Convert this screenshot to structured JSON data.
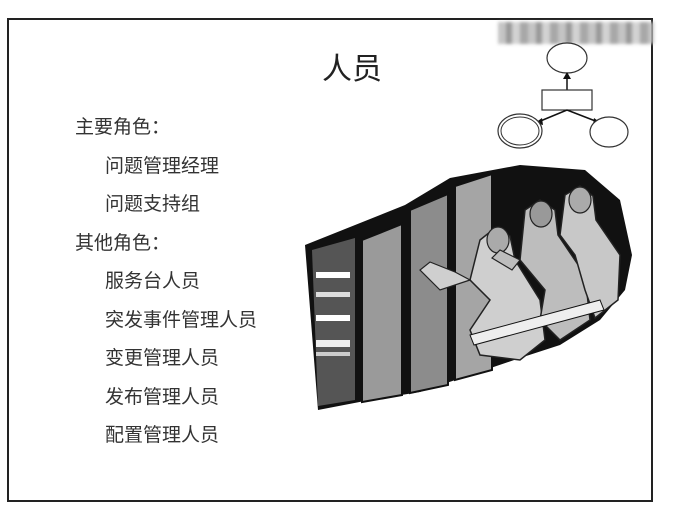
{
  "slide": {
    "title": "人员",
    "bullets": [
      {
        "level": 1,
        "text": "主要角色："
      },
      {
        "level": 2,
        "text": "问题管理经理"
      },
      {
        "level": 2,
        "text": "问题支持组"
      },
      {
        "level": 1,
        "text": "其他角色："
      },
      {
        "level": 2,
        "text": "服务台人员"
      },
      {
        "level": 2,
        "text": "突发事件管理人员"
      },
      {
        "level": 2,
        "text": "变更管理人员"
      },
      {
        "level": 2,
        "text": "发布管理人员"
      },
      {
        "level": 2,
        "text": "配置管理人员"
      }
    ]
  },
  "graphics": {
    "flow_diagram_icon": "flow-diagram",
    "clipart": "people-climbing-bars-clipart"
  }
}
